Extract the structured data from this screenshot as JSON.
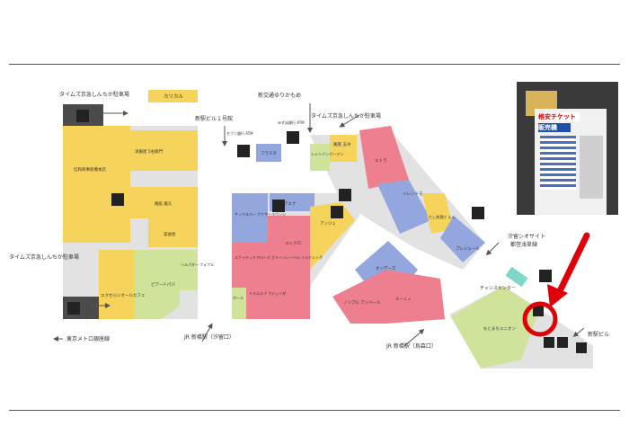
{
  "colors": {
    "yellow": "#f6d35a",
    "pink": "#ee7f8f",
    "blue": "#93a6de",
    "green": "#cfe39a",
    "grey": "#e2e2e2",
    "teal": "#7fd7c8",
    "marker": "#e0000a"
  },
  "parking": {
    "top_label": "タイムズ京急しんちか駐車場",
    "left_label": "タイムズ京急しんちか駐車場",
    "karikaru": "カリカル"
  },
  "exits": {
    "station_building_1": "新駅ビル１号館",
    "yurikamome": "新交通ゆりかもめ",
    "toei": "東京メトロ銀座線",
    "jr_shiodome": "JR 新橋駅（汐留口）",
    "jr_karasumori": "JR 新橋駅（烏森口）",
    "shiodome_site": "汐留シオサイト",
    "toei_asakusa": "都営浅草線",
    "station_building_right": "新駅ビル",
    "chance_center": "チャンスセンター"
  },
  "shops": {
    "a1": "信和商事新橋本店",
    "a2": "洋服屋 5右衛門",
    "a3": "麺処 桑久",
    "a4": "菜食屋",
    "a5": "ヘルパター フォフル",
    "a6": "エクセルシオールカフェ",
    "a7": "ピアードパパ",
    "b1": "セブン銀行 ATM",
    "b2": "みずほ銀行 ATM",
    "b3": "フラスタ",
    "b4": "サックスバー アナザーラウンジ",
    "b5": "アエナ",
    "b6": "ユナイテッドアローズ グリーンレーベル リラクシング",
    "b7": "ユニクロ",
    "b8": "ドラエルブ アジェンダ",
    "b9": "ポール",
    "b10": "アンジュ",
    "c1": "銀座 五州",
    "c2": "シャンパンガーデン",
    "c3": "エトラ",
    "c4": "イレンドモ",
    "c5": "だし茶漬け えん",
    "c6": "プレジュール",
    "c7": "オンデーズ",
    "c8": "ノンブル アンベール",
    "c9": "ルーニィ",
    "c10": "もとまちユニオン"
  },
  "ticket_photo": {
    "sign1": "格安チケット",
    "sign2": "販売機"
  }
}
